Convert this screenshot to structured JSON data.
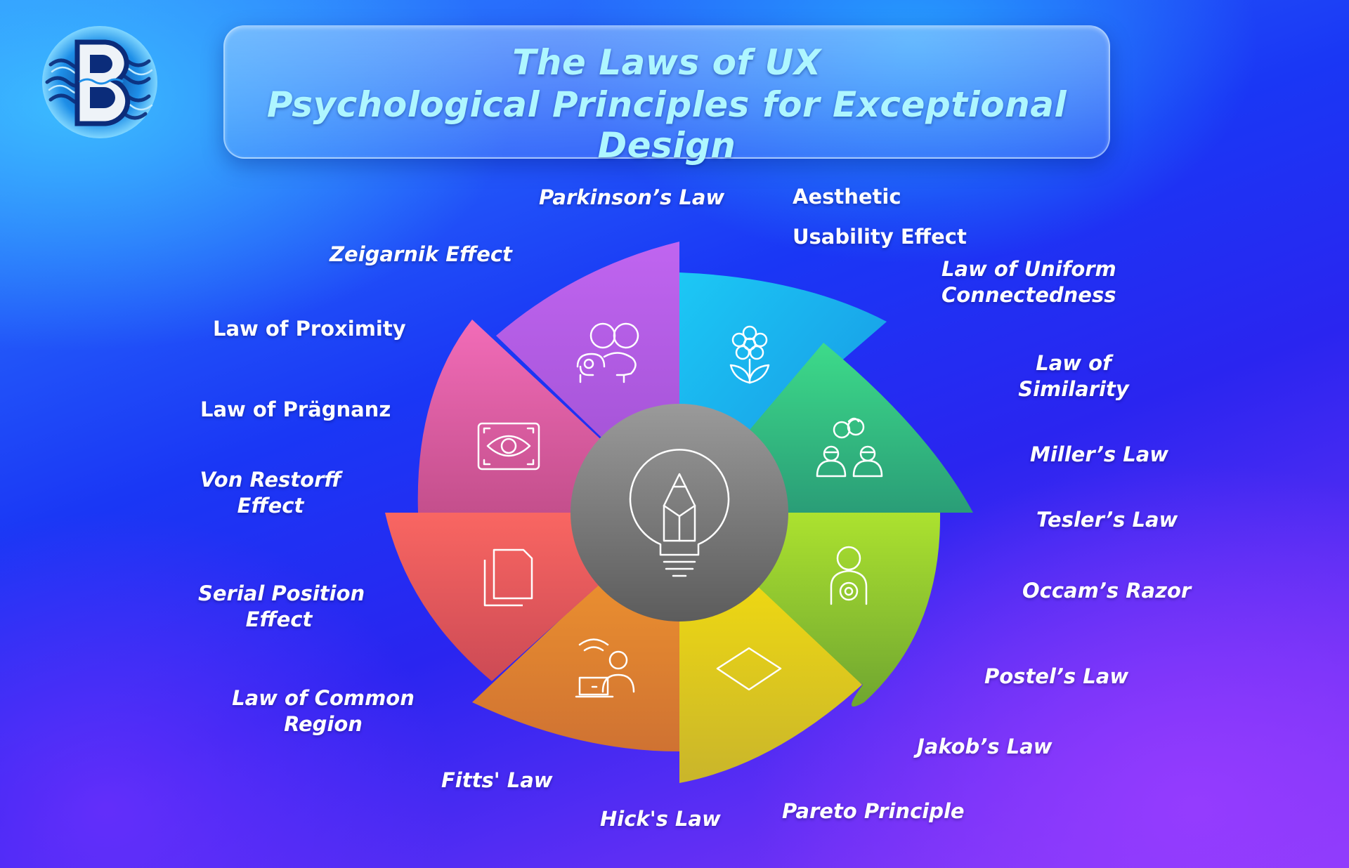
{
  "header": {
    "title_line1": "The Laws of UX",
    "title_line2": "Psychological Principles for Exceptional Design"
  },
  "logo": {
    "icon": "brain-letter-b-logo",
    "letter": "B"
  },
  "center": {
    "icon": "lightbulb-pencil-icon"
  },
  "segments": [
    {
      "icon": "flower-icon",
      "color": "#18b8ee"
    },
    {
      "icon": "people-connected-icon",
      "color": "#2ec486"
    },
    {
      "icon": "person-target-icon",
      "color": "#9ed12e"
    },
    {
      "icon": "diamond-icon",
      "color": "#f2d812"
    },
    {
      "icon": "people-laptop-icon",
      "color": "#ee8a30"
    },
    {
      "icon": "documents-icon",
      "color": "#ee5a5e"
    },
    {
      "icon": "eye-frame-icon",
      "color": "#e6609e"
    },
    {
      "icon": "people-chat-icon",
      "color": "#b65ae8"
    }
  ],
  "labels": {
    "parkinsons_law": "Parkinson’s Law",
    "aesthetic": "Aesthetic",
    "usability_effect": "Usability Effect",
    "uniform_1": "Law of Uniform",
    "uniform_2": "Connectedness",
    "similarity_1": "Law of",
    "similarity_2": "Similarity",
    "millers_law": "Miller’s Law",
    "teslers_law": "Tesler’s Law",
    "occams_razor": "Occam’s Razor",
    "postels_law": "Postel’s Law",
    "jakobs_law": "Jakob’s Law",
    "pareto": "Pareto Principle",
    "hicks_law": "Hick's Law",
    "fitts_law": "Fitts' Law",
    "common_region_1": "Law of Common",
    "common_region_2": "Region",
    "serial_1": "Serial Position",
    "serial_2": "Effect",
    "von_restorff_1": "Von Restorff",
    "von_restorff_2": "Effect",
    "pragnanz": "Law of Prägnanz",
    "proximity": "Law of Proximity",
    "zeigarnik": "Zeigarnik Effect"
  }
}
